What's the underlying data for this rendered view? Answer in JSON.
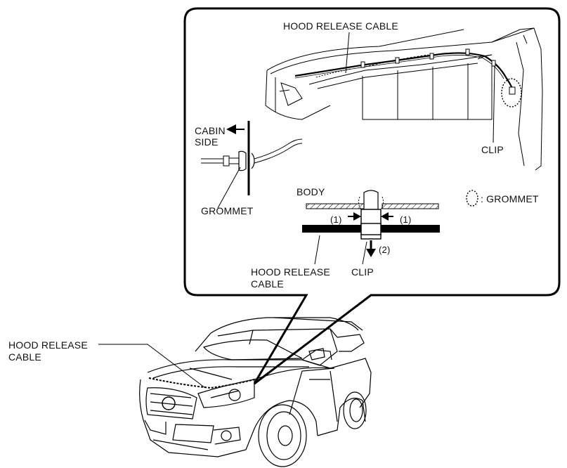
{
  "labels": {
    "hood_release_cable_top": "HOOD RELEASE CABLE",
    "cabin_side_line1": "CABIN",
    "cabin_side_line2": "SIDE",
    "grommet_left": "GROMMET",
    "clip_right": "CLIP",
    "body": "BODY",
    "legend_grommet": ": GROMMET",
    "step1_left": "(1)",
    "step1_right": "(1)",
    "step2": "(2)",
    "hood_release_cable_detail_line1": "HOOD RELEASE",
    "hood_release_cable_detail_line2": "CABLE",
    "clip_bottom": "CLIP",
    "hood_release_cable_car_line1": "HOOD RELEASE",
    "hood_release_cable_car_line2": "CABLE"
  }
}
